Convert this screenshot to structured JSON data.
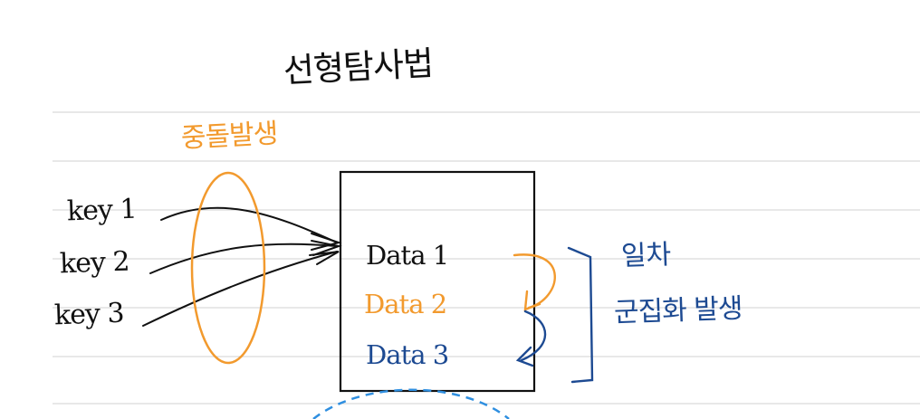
{
  "title": "선형탐사법",
  "collision_label": "중돌발생",
  "keys": [
    "key 1",
    "key 2",
    "key 3"
  ],
  "table_entries": [
    {
      "label": "Data 1",
      "color": "#111111"
    },
    {
      "label": "Data 2",
      "color": "#f29a2e"
    },
    {
      "label": "Data 3",
      "color": "#1d4a92"
    }
  ],
  "annotation": {
    "line1": "일차",
    "line2": "군집화 발생",
    "color": "#1d4a92"
  },
  "colors": {
    "ink": "#111111",
    "highlight_orange": "#f29a2e",
    "annotation_blue": "#1d4a92",
    "dashed_blue": "#2f8fe0",
    "ruled_line": "#cfcfcf"
  }
}
